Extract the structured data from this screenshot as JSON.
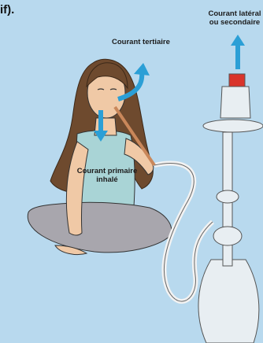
{
  "header": {
    "fragment": "if)."
  },
  "labels": {
    "secondary_line1": "Courant latéral",
    "secondary_line2": "ou secondaire",
    "tertiary": "Courant tertiaire",
    "primary_line1": "Courant primaire",
    "primary_line2": "inhalé"
  },
  "colors": {
    "background": "#b8d9ee",
    "arrow": "#2b9fd6",
    "skin": "#f0c9a6",
    "hair": "#6e4a2e",
    "shirt": "#a9d4d6",
    "pants": "#a8a6ad",
    "hookah_glass": "#e8eef2",
    "coal_red": "#d9342b"
  }
}
